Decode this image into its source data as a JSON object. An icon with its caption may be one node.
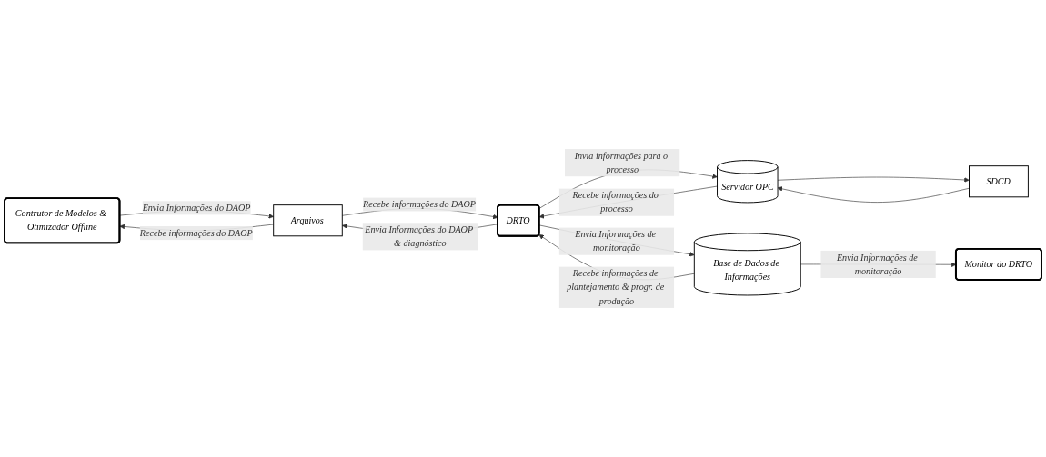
{
  "diagram": {
    "nodes": [
      {
        "text": [
          "Contrutor de Modelos & Otimizador Offline"
        ]
      },
      {
        "text": [
          "Arquivos"
        ]
      },
      {
        "text": [
          "Monitor do DRTO"
        ]
      },
      {
        "text": [
          "Servidor OPC"
        ]
      },
      {
        "text": [
          "DRTO"
        ]
      },
      {
        "text": [
          "Base de Dados de Informações"
        ]
      },
      {
        "text": [
          "SDCD"
        ]
      }
    ],
    "edges": [
      {
        "from": 1,
        "to": 0,
        "arrow": "to",
        "label": "Recebe informações do DAOP"
      },
      {
        "from": 0,
        "to": 1,
        "arrow": "to",
        "label": "Envia Informações do DAOP"
      },
      {
        "from": 1,
        "to": 4,
        "arrow": "to",
        "label": "Recebe informações do DAOP"
      },
      {
        "from": 4,
        "to": 1,
        "arrow": "to",
        "label": "Envia Informações do DAOP & diagnóstico"
      },
      {
        "from": 5,
        "to": 2,
        "arrow": "to",
        "label": "Envia Informações de monitoração"
      },
      {
        "from": 4,
        "to": 3,
        "arrow": "to",
        "label": "Invia informações para o processo"
      },
      {
        "from": 3,
        "to": 4,
        "arrow": "to",
        "label": "Recebe informações do processo"
      },
      {
        "from": 4,
        "to": 5,
        "arrow": "to",
        "label": "Envia Informações de monitoração"
      },
      {
        "from": 5,
        "to": 4,
        "arrow": "to",
        "label": "Recebe informações de plantejamento & progr. de produção"
      },
      {
        "from": 3,
        "to": 6,
        "arrow": "to"
      },
      {
        "from": 6,
        "to": 3,
        "arrow": "to"
      }
    ]
  }
}
